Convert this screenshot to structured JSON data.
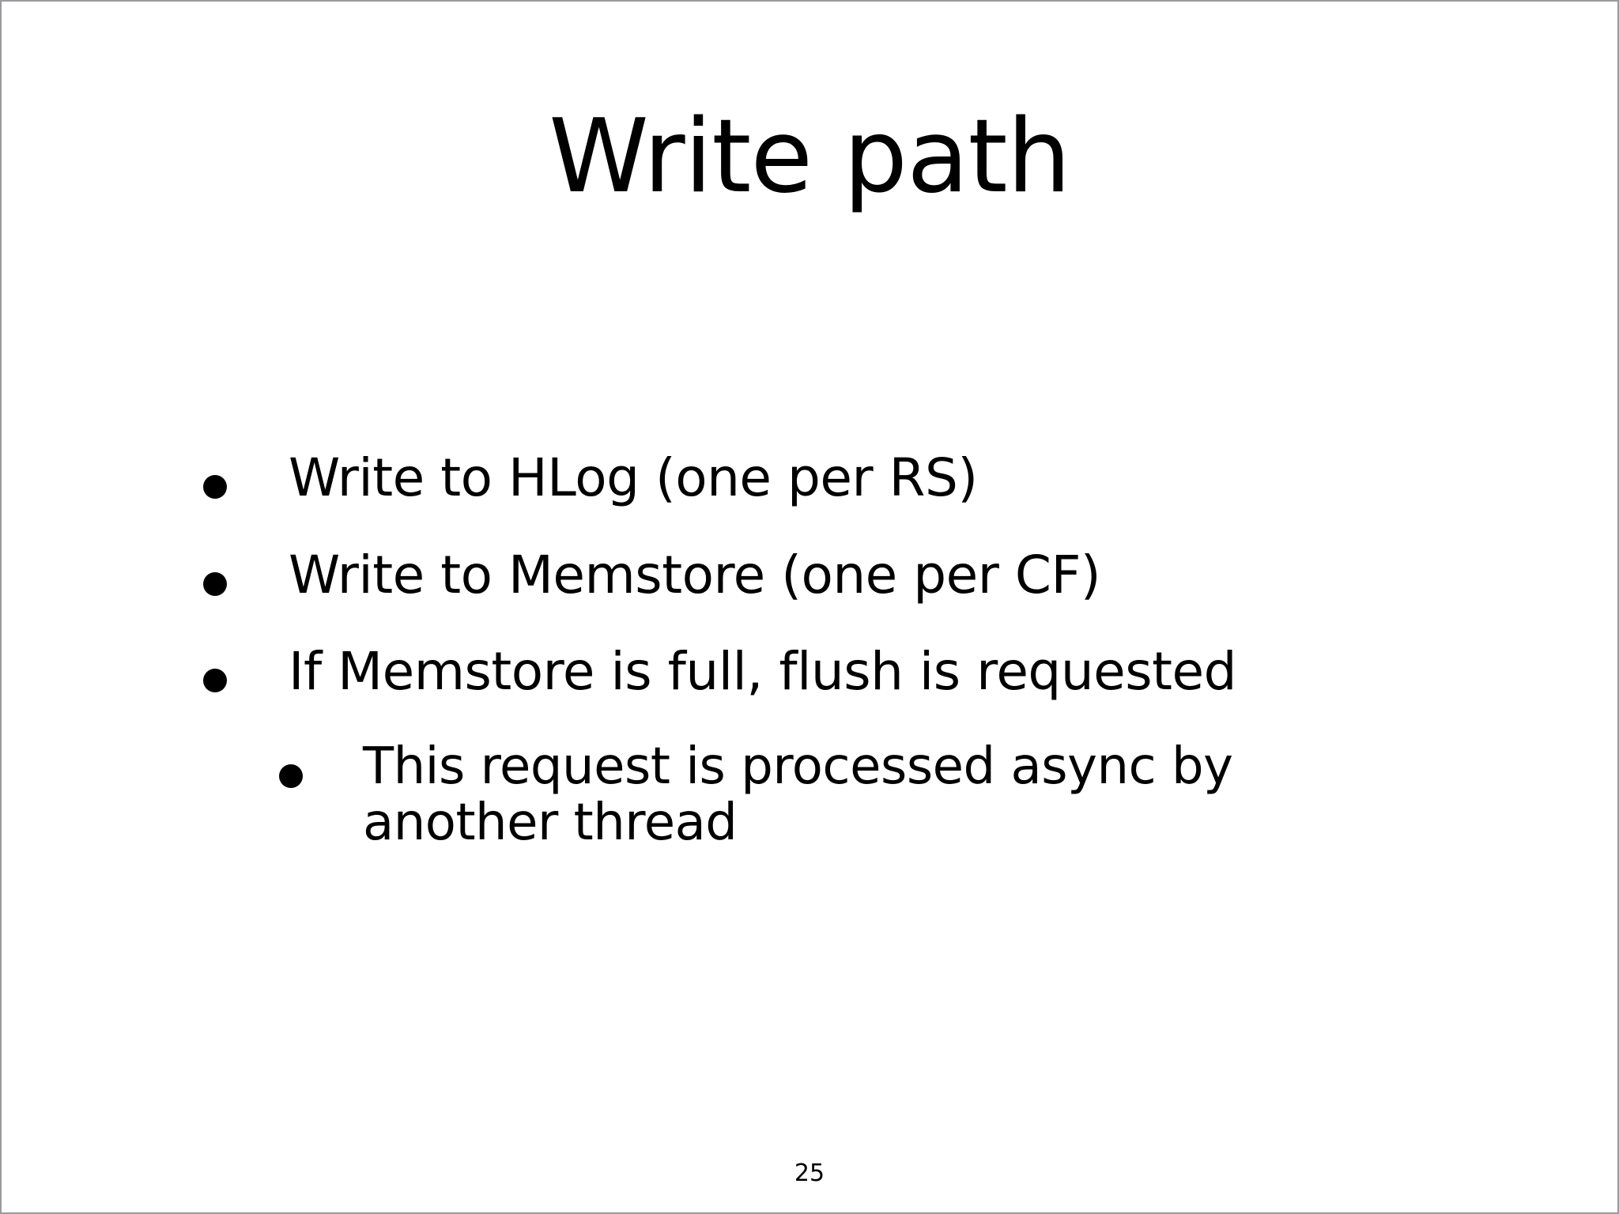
{
  "slide": {
    "title": "Write path",
    "page_number": "25",
    "background_color": "#ffffff",
    "text_color": "#000000",
    "border_color": "#9a9a9e",
    "bullet_glyph": "filled-circle",
    "bullets": [
      {
        "level": 1,
        "text": "Write to HLog (one per RS)"
      },
      {
        "level": 1,
        "text": "Write to Memstore (one per CF)"
      },
      {
        "level": 1,
        "text": "If Memstore is full, flush is requested"
      },
      {
        "level": 2,
        "text": "This request is processed async by another thread"
      }
    ]
  }
}
